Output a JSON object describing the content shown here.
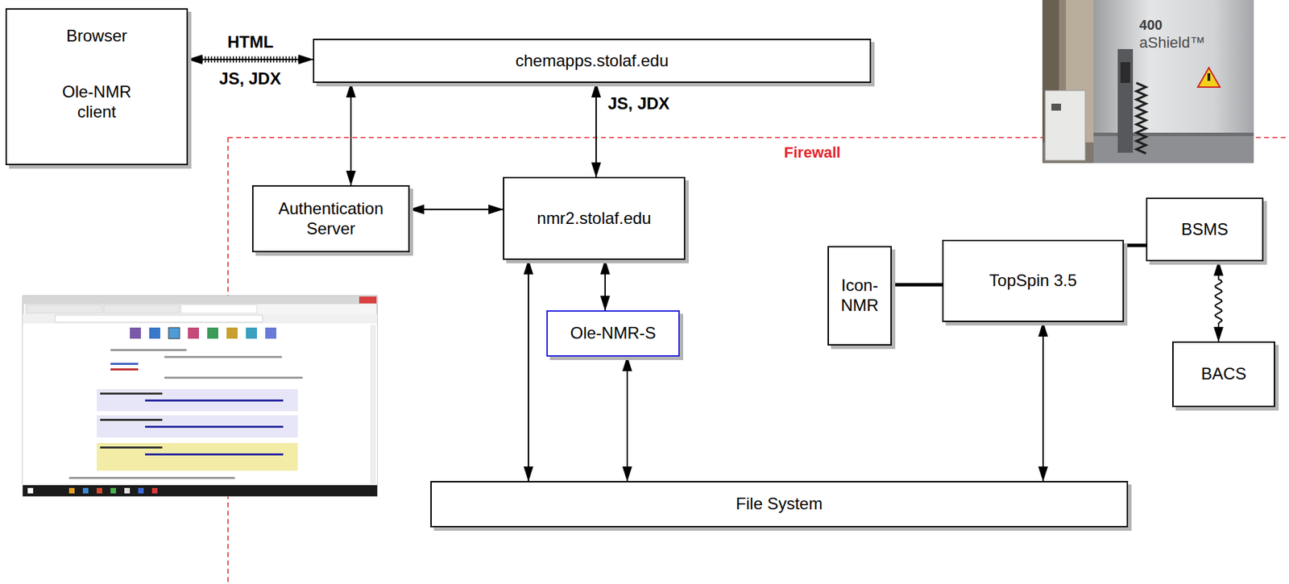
{
  "diagram": {
    "nodes": [
      {
        "text": [
          "Browser",
          "Ole-NMR client"
        ]
      },
      {
        "text": [
          "chemapps.stolaf.edu"
        ]
      },
      {
        "text": [
          "Authentication Server"
        ]
      },
      {
        "text": [
          "nmr2.stolaf.edu"
        ]
      },
      {
        "text": [
          "Ole-NMR-S"
        ]
      },
      {
        "text": [
          "Icon-NMR"
        ]
      },
      {
        "text": [
          "TopSpin 3.5"
        ]
      },
      {
        "text": [
          "BSMS"
        ]
      },
      {
        "text": [
          "BACS"
        ]
      },
      {
        "text": [
          "File System"
        ]
      }
    ],
    "edges": [
      {
        "from": 0,
        "to": 1,
        "arrow": "both",
        "label": "HTML"
      },
      {
        "from": 1,
        "to": 2,
        "arrow": "both"
      },
      {
        "from": 1,
        "to": 3,
        "arrow": "both",
        "label": "JS, JDX"
      },
      {
        "from": 2,
        "to": 3,
        "arrow": "both"
      },
      {
        "from": 3,
        "to": 4,
        "arrow": "both"
      },
      {
        "from": 3,
        "to": 9,
        "arrow": "both"
      },
      {
        "from": 4,
        "to": 9,
        "arrow": "both"
      },
      {
        "from": 5,
        "to": 6,
        "arrow": "none"
      },
      {
        "from": 6,
        "to": 7,
        "arrow": "none"
      },
      {
        "from": 7,
        "to": 8,
        "arrow": "both"
      },
      {
        "from": 6,
        "to": 9,
        "arrow": "both"
      }
    ],
    "labels": [
      "JS, JDX",
      "Firewall",
      "400",
      "aShield™"
    ]
  }
}
